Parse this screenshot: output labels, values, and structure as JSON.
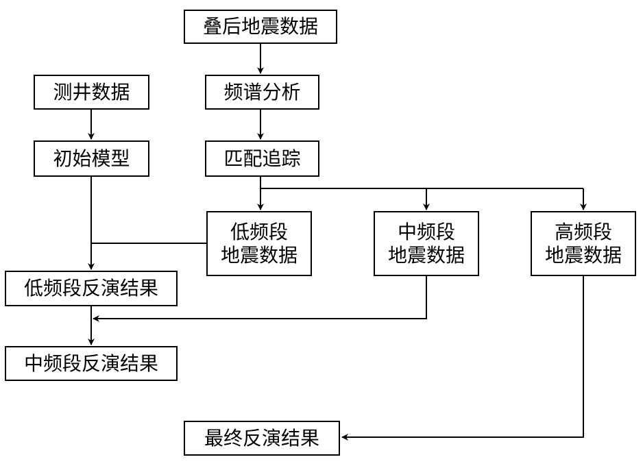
{
  "nodes": {
    "stack_data": "叠后地震数据",
    "spectrum": "频谱分析",
    "matching": "匹配追踪",
    "well_data": "测井数据",
    "initial_model": "初始模型",
    "low_freq": [
      "低频段",
      "地震数据"
    ],
    "mid_freq": [
      "中频段",
      "地震数据"
    ],
    "high_freq": [
      "高频段",
      "地震数据"
    ],
    "low_result": "低频段反演结果",
    "mid_result": "中频段反演结果",
    "final_result": "最终反演结果"
  },
  "colors": {
    "line": "#000000",
    "box_border": "#000000",
    "background": "#ffffff"
  }
}
